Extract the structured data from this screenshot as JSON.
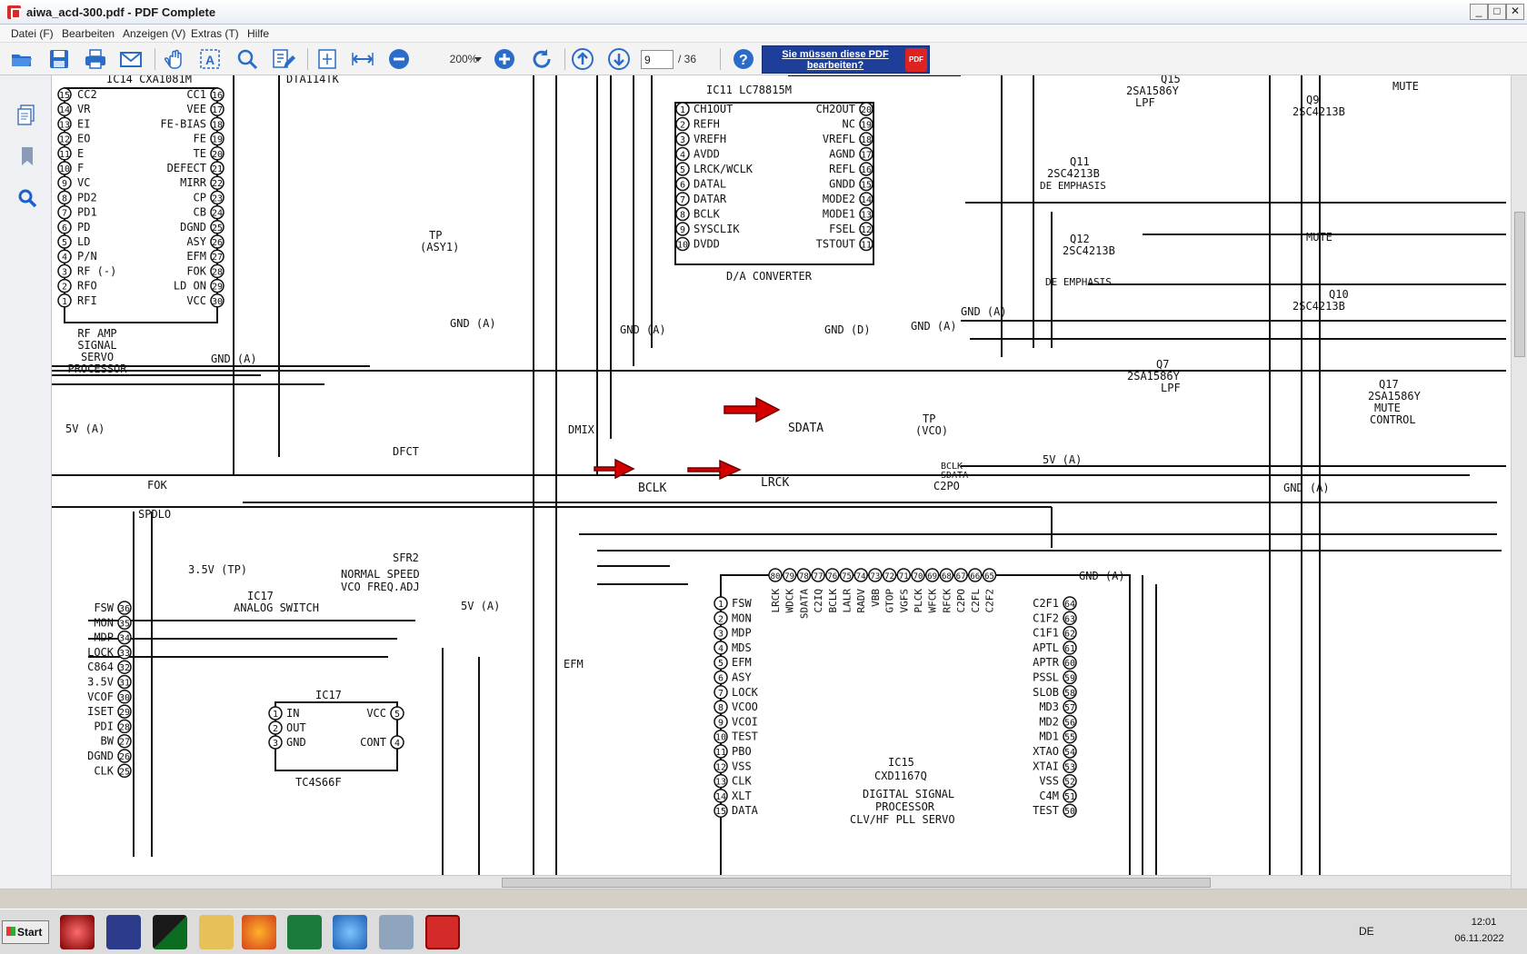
{
  "window": {
    "title": "aiwa_acd-300.pdf - PDF Complete",
    "minimize": "_",
    "maximize": "□",
    "close": "✕"
  },
  "menu": [
    "Datei (F)",
    "Bearbeiten",
    "Anzeigen (V)",
    "Extras (T)",
    "Hilfe"
  ],
  "toolbar": {
    "zoom": "200%",
    "page_current": "9",
    "page_total": "/ 36",
    "promo": "Sie müssen diese PDF bearbeiten?",
    "promo_badge": "PDF",
    "icons": [
      "open-folder-icon",
      "save-icon",
      "print-icon",
      "email-icon",
      "hand-tool-icon",
      "text-select-icon",
      "zoom-tool-icon",
      "edit-icon",
      "fit-page-icon",
      "fit-width-icon",
      "zoom-out-icon",
      "zoom-in-icon",
      "rotate-icon",
      "page-up-icon",
      "page-down-icon",
      "help-icon"
    ]
  },
  "sidebar_icons": [
    "pages-icon",
    "bookmark-icon",
    "search-icon"
  ],
  "schematic": {
    "ic14": "IC14   CXA1081M",
    "ic14_pins_left": [
      [
        "15",
        "CC2"
      ],
      [
        "14",
        "VR"
      ],
      [
        "13",
        "EI"
      ],
      [
        "12",
        "EO"
      ],
      [
        "11",
        "E"
      ],
      [
        "10",
        "F"
      ],
      [
        "9",
        "VC"
      ],
      [
        "8",
        "PD2"
      ],
      [
        "7",
        "PD1"
      ],
      [
        "6",
        "PD"
      ],
      [
        "5",
        "LD"
      ],
      [
        "4",
        "P/N"
      ],
      [
        "3",
        "RF (-)"
      ],
      [
        "2",
        "RFO"
      ],
      [
        "1",
        "RFI"
      ]
    ],
    "ic14_pins_right": [
      [
        "16",
        "CC1"
      ],
      [
        "17",
        "VEE"
      ],
      [
        "18",
        "FE-BIAS"
      ],
      [
        "19",
        "FE"
      ],
      [
        "20",
        "TE"
      ],
      [
        "21",
        "DEFECT"
      ],
      [
        "22",
        "MIRR"
      ],
      [
        "23",
        "CP"
      ],
      [
        "24",
        "CB"
      ],
      [
        "25",
        "DGND"
      ],
      [
        "26",
        "ASY"
      ],
      [
        "27",
        "EFM"
      ],
      [
        "28",
        "FOK"
      ],
      [
        "29",
        "LD ON"
      ],
      [
        "30",
        "VCC"
      ]
    ],
    "ic14_desc": [
      "RF AMP",
      "SIGNAL",
      "SERVO",
      "PROCESSOR"
    ],
    "ic11": "IC11 LC78815M",
    "ic11_pins_left": [
      [
        "1",
        "CH1OUT"
      ],
      [
        "2",
        "REFH"
      ],
      [
        "3",
        "VREFH"
      ],
      [
        "4",
        "AVDD"
      ],
      [
        "5",
        "LRCK/WCLK"
      ],
      [
        "6",
        "DATAL"
      ],
      [
        "7",
        "DATAR"
      ],
      [
        "8",
        "BCLK"
      ],
      [
        "9",
        "SYSCLIK"
      ],
      [
        "10",
        "DVDD"
      ]
    ],
    "ic11_pins_right": [
      [
        "20",
        "CH2OUT"
      ],
      [
        "19",
        "NC"
      ],
      [
        "18",
        "VREFL"
      ],
      [
        "17",
        "AGND"
      ],
      [
        "16",
        "REFL"
      ],
      [
        "15",
        "GNDD"
      ],
      [
        "14",
        "MODE2"
      ],
      [
        "13",
        "MODE1"
      ],
      [
        "12",
        "FSEL"
      ],
      [
        "11",
        "TSTOUT"
      ]
    ],
    "ic11_desc": "D/A CONVERTER",
    "ic15": [
      "IC15",
      "CXD1167Q"
    ],
    "ic15_desc": [
      "DIGITAL SIGNAL",
      "PROCESSOR",
      "CLV/HF PLL SERVO"
    ],
    "ic15_top_pins": [
      "80",
      "79",
      "78",
      "77",
      "76",
      "75",
      "74",
      "73",
      "72",
      "71",
      "70",
      "69",
      "68",
      "67",
      "66",
      "65"
    ],
    "ic15_top_labels": [
      "LRCK",
      "WDCK",
      "SDATA",
      "C2IQ",
      "BCLK",
      "LALR",
      "RADV",
      "VBB",
      "GTOP",
      "VGFS",
      "PLCK",
      "WFCK",
      "RFCK",
      "C2PO",
      "C2FL",
      "C2F2"
    ],
    "ic15_left_pins": [
      [
        "1",
        "FSW"
      ],
      [
        "2",
        "MON"
      ],
      [
        "3",
        "MDP"
      ],
      [
        "4",
        "MDS"
      ],
      [
        "5",
        "EFM"
      ],
      [
        "6",
        "ASY"
      ],
      [
        "7",
        "LOCK"
      ],
      [
        "8",
        "VCOO"
      ],
      [
        "9",
        "VCOI"
      ],
      [
        "10",
        "TEST"
      ],
      [
        "11",
        "PBO"
      ],
      [
        "12",
        "VSS"
      ],
      [
        "13",
        "CLK"
      ],
      [
        "14",
        "XLT"
      ],
      [
        "15",
        "DATA"
      ]
    ],
    "ic15_right_pins": [
      [
        "64",
        "C2F1"
      ],
      [
        "63",
        "C1F2"
      ],
      [
        "62",
        "C1F1"
      ],
      [
        "61",
        "APTL"
      ],
      [
        "60",
        "APTR"
      ],
      [
        "59",
        "PSSL"
      ],
      [
        "58",
        "SLOB"
      ],
      [
        "57",
        "MD3"
      ],
      [
        "56",
        "MD2"
      ],
      [
        "55",
        "MD1"
      ],
      [
        "54",
        "XTAO"
      ],
      [
        "53",
        "XTAI"
      ],
      [
        "52",
        "VSS"
      ],
      [
        "51",
        "C4M"
      ],
      [
        "50",
        "TEST"
      ]
    ],
    "ic17_pins_left": [
      [
        "36",
        "FSW"
      ],
      [
        "35",
        "MON"
      ],
      [
        "34",
        "MDP"
      ],
      [
        "33",
        "LOCK"
      ],
      [
        "32",
        "C864"
      ],
      [
        "31",
        "3.5V"
      ],
      [
        "30",
        "VCOF"
      ],
      [
        "29",
        "ISET"
      ],
      [
        "28",
        "PDI"
      ],
      [
        "27",
        "BW"
      ],
      [
        "26",
        "DGND"
      ],
      [
        "25",
        "CLK"
      ]
    ],
    "ic17": "IC17",
    "ic17_analog": [
      "IC17",
      "ANALOG SWITCH"
    ],
    "ic17_model": "TC4S66F",
    "ic17_inner": [
      [
        "1",
        "IN"
      ],
      [
        "2",
        "OUT"
      ],
      [
        "3",
        "GND"
      ],
      [
        "5",
        "VCC"
      ],
      [
        "4",
        "CONT"
      ]
    ],
    "labels": {
      "sdata": "SDATA",
      "bclk": "BCLK",
      "lrck": "LRCK",
      "dmix": "DMIX",
      "dfct": "DFCT",
      "efm": "EFM",
      "fok": "FOK",
      "spdlo": "SPDLO",
      "tp_vco": [
        "TP",
        "(VCO)"
      ],
      "tp_asy": [
        "TP",
        "(ASY1)"
      ],
      "v5": "5V (A)",
      "v35": "3.5V (TP)",
      "sfr2": "SFR2",
      "normal_speed": [
        "NORMAL SPEED",
        "VCO FREQ.ADJ"
      ],
      "c2po": "C2PO",
      "bclk_sdata": [
        "BCLK",
        "SDATA"
      ],
      "de_emphasis": "DE EMPHASIS",
      "lpf": "LPF",
      "mute": "MUTE",
      "mute_control": [
        "2SA1586Y",
        "MUTE",
        "CONTROL"
      ],
      "gnd_a": "GND (A)",
      "gnd_d": "GND (D)",
      "q9": [
        "Q9",
        "2SC4213B"
      ],
      "q10": [
        "Q10",
        "2SC4213B"
      ],
      "q11": [
        "Q11",
        "2SC4213B"
      ],
      "q12": [
        "Q12",
        "2SC4213B"
      ],
      "q15": [
        "Q15",
        "2SA1586Y"
      ],
      "q7": [
        "Q7",
        "2SA1586Y"
      ],
      "q17": "Q17",
      "dta": "DTA114TK"
    }
  },
  "taskbar": {
    "start": "Start",
    "lang": "DE",
    "time": "12:01",
    "date": "06.11.2022",
    "apps": [
      "media-app-icon",
      "rew-app-icon",
      "lcr-app-icon",
      "explorer-icon",
      "firefox-icon",
      "excel-icon",
      "thunderbird-icon",
      "network-app-icon",
      "pdf-complete-icon"
    ]
  }
}
